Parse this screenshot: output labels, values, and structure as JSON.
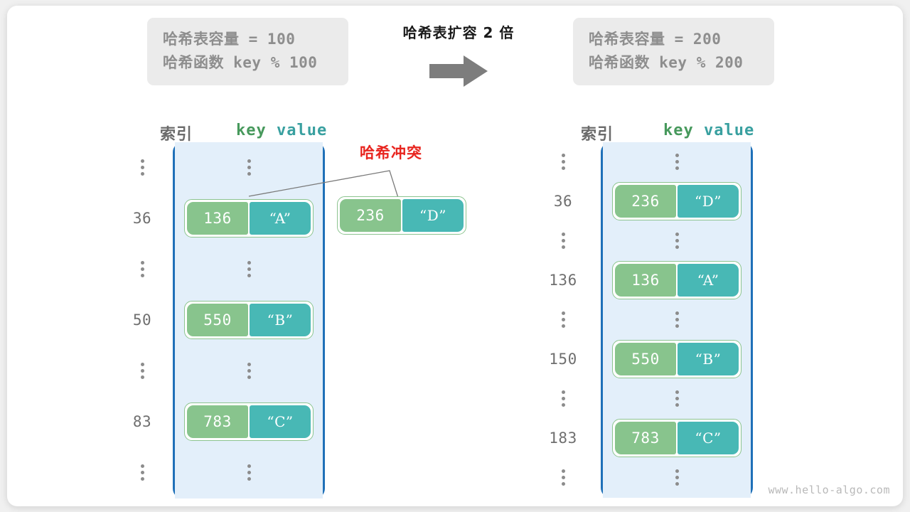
{
  "header": {
    "left_box": {
      "capacity_line": "哈希表容量 = 100",
      "hash_fn_line": "哈希函数 key % 100"
    },
    "right_box": {
      "capacity_line": "哈希表容量 = 200",
      "hash_fn_line": "哈希函数 key % 200"
    },
    "expand_title": "哈希表扩容 2 倍",
    "arrow_icon": "right-arrow-icon"
  },
  "column_headers": {
    "index_label": "索引",
    "key_label": "key",
    "value_label": "value"
  },
  "left_table": {
    "rows": [
      {
        "type": "ellipsis",
        "index": "",
        "key": "",
        "value": ""
      },
      {
        "type": "entry",
        "index": "36",
        "key": "136",
        "value": "“A”"
      },
      {
        "type": "ellipsis",
        "index": "",
        "key": "",
        "value": ""
      },
      {
        "type": "entry",
        "index": "50",
        "key": "550",
        "value": "“B”"
      },
      {
        "type": "ellipsis",
        "index": "",
        "key": "",
        "value": ""
      },
      {
        "type": "entry",
        "index": "83",
        "key": "783",
        "value": "“C”"
      },
      {
        "type": "ellipsis",
        "index": "",
        "key": "",
        "value": ""
      }
    ]
  },
  "right_table": {
    "rows": [
      {
        "type": "ellipsis",
        "index": "",
        "key": "",
        "value": ""
      },
      {
        "type": "entry",
        "index": "36",
        "key": "236",
        "value": "“D”"
      },
      {
        "type": "ellipsis",
        "index": "",
        "key": "",
        "value": ""
      },
      {
        "type": "entry",
        "index": "136",
        "key": "136",
        "value": "“A”"
      },
      {
        "type": "ellipsis",
        "index": "",
        "key": "",
        "value": ""
      },
      {
        "type": "entry",
        "index": "150",
        "key": "550",
        "value": "“B”"
      },
      {
        "type": "ellipsis",
        "index": "",
        "key": "",
        "value": ""
      },
      {
        "type": "entry",
        "index": "183",
        "key": "783",
        "value": "“C”"
      },
      {
        "type": "ellipsis",
        "index": "",
        "key": "",
        "value": ""
      }
    ]
  },
  "collision": {
    "label": "哈希冲突",
    "floating_entry": {
      "key": "236",
      "value": "“D”"
    }
  },
  "watermark": "www.hello-algo.com",
  "colors": {
    "key_cell": "#88c48d",
    "value_cell": "#48b8b5",
    "pair_border": "#8cc48f",
    "bucket_bg": "#e3effa",
    "bucket_border": "#1f70b8",
    "collision_red": "#e8251f",
    "index_gray": "#6f6f6f",
    "key_header_green": "#47995c",
    "value_header_teal": "#39a0a0",
    "info_box_bg": "#ebebeb",
    "info_text_gray": "#8e8e8e",
    "arrow_gray": "#7d7d7d",
    "watermark_gray": "#b9b9b9"
  }
}
